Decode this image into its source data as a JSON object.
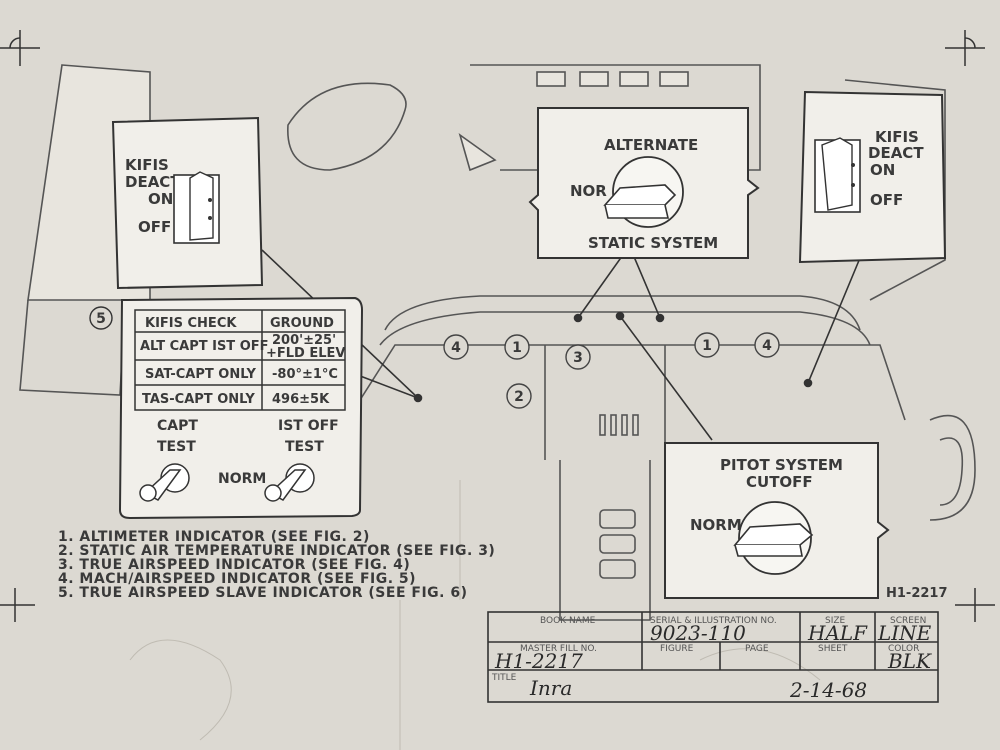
{
  "drawing_id": "H1-2217",
  "kifis_left": {
    "title": "KIFIS",
    "line2": "DEACT",
    "on": "ON",
    "off": "OFF"
  },
  "kifis_right": {
    "title": "KIFIS",
    "line2": "DEACT",
    "on": "ON",
    "off": "OFF"
  },
  "alternate_static": {
    "top": "ALTERNATE",
    "nor": "NOR",
    "bottom": "STATIC SYSTEM"
  },
  "pitot_cutoff": {
    "line1": "PITOT SYSTEM",
    "line2": "CUTOFF",
    "norm": "NORM"
  },
  "kifis_check": {
    "badge": "5",
    "header_left": "KIFIS CHECK",
    "header_right": "GROUND",
    "rows": [
      {
        "label": "ALT CAPT IST OFF",
        "value1": "200'±25'",
        "value2": "+FLD ELEV"
      },
      {
        "label": "SAT-CAPT ONLY",
        "value1": "-80°±1°C",
        "value2": ""
      },
      {
        "label": "TAS-CAPT ONLY",
        "value1": "496±5K",
        "value2": ""
      }
    ],
    "capt": "CAPT",
    "capt_test": "TEST",
    "ist_off": "IST OFF",
    "ist_test": "TEST",
    "norm": "NORM"
  },
  "panel_numbers": {
    "left_4": "4",
    "left_1": "1",
    "center_3": "3",
    "left_2": "2",
    "right_1": "1",
    "right_4": "4"
  },
  "legend": [
    "1.  ALTIMETER INDICATOR (SEE FIG. 2)",
    "2.  STATIC AIR TEMPERATURE INDICATOR (SEE FIG. 3)",
    "3.  TRUE AIRSPEED INDICATOR (SEE FIG. 4)",
    "4.  MACH/AIRSPEED INDICATOR (SEE FIG. 5)",
    "5.  TRUE AIRSPEED SLAVE INDICATOR (SEE FIG. 6)"
  ],
  "title_block": {
    "book_name_label": "BOOK NAME",
    "serial_label": "SERIAL & ILLUSTRATION NO.",
    "serial_value": "9023-110",
    "size_label": "SIZE",
    "size_value": "HALF",
    "screen_label": "SCREEN",
    "screen_value": "LINE",
    "master_label": "MASTER FILL NO.",
    "master_value": "H1-2217",
    "figure_label": "FIGURE",
    "page_label": "PAGE",
    "sheet_label": "SHEET",
    "color_label": "COLOR",
    "color_value": "BLK",
    "title_label": "TITLE",
    "title_value": "Inra",
    "date_value": "2-14-68"
  },
  "colors": {
    "paper": "#dcd9d2",
    "ink": "#3a3a3a",
    "panel": "#f1efea"
  }
}
